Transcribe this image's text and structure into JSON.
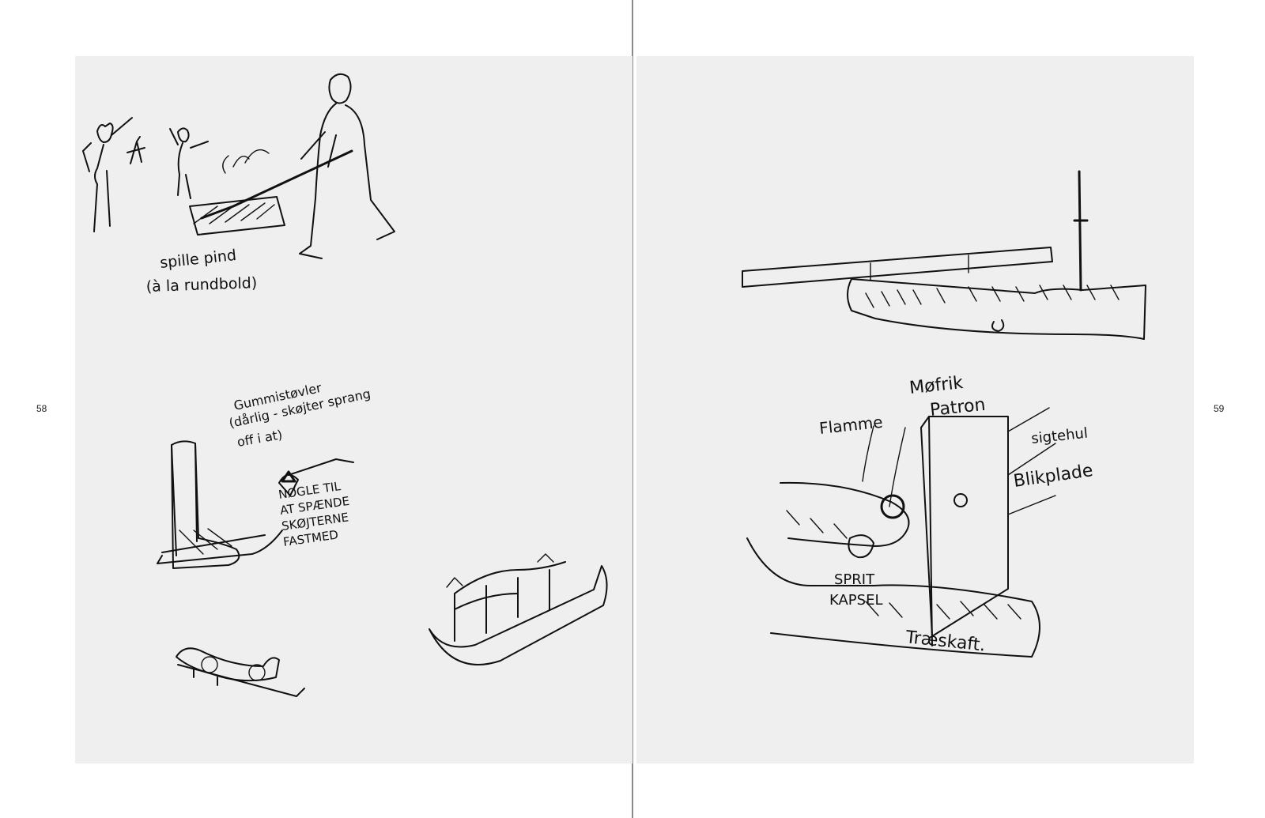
{
  "spread": {
    "left_page_number": "58",
    "right_page_number": "59"
  },
  "left_page": {
    "caption_stick": [
      "spille pind",
      "(à la rundbold)"
    ],
    "caption_boot": [
      "Gummistøvler",
      "(dårlig - skøjter sprang",
      "off i at)"
    ],
    "caption_key": [
      "NØGLE TIL",
      "AT SPÆNDE",
      "SKØJTERNE",
      "FASTMED"
    ]
  },
  "right_page": {
    "label_mofrik": "Møfrik",
    "label_patron": "Patron",
    "label_flamme": "Flamme",
    "label_sigtehul": "sigtehul",
    "label_blikplade": "Blikplade",
    "label_sprit": [
      "SPRIT",
      "KAPSEL"
    ],
    "label_traeskaft": "Træskaft."
  }
}
